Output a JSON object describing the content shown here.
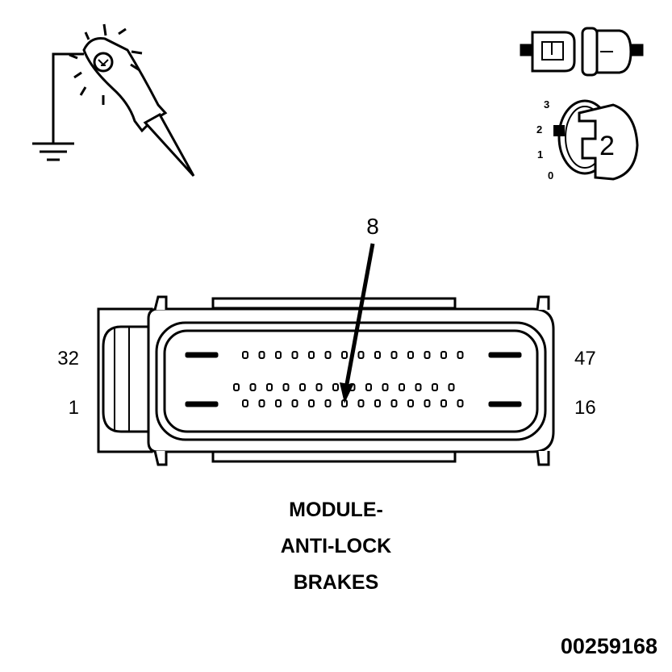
{
  "connector": {
    "pin_labels": {
      "top_left": "32",
      "bottom_left": "1",
      "top_right": "47",
      "bottom_right": "16"
    },
    "callout_pin": "8"
  },
  "ignition_key": {
    "positions": [
      "3",
      "2",
      "1",
      "0"
    ],
    "selected": "2"
  },
  "title_lines": [
    "MODULE-",
    "ANTI-LOCK",
    "BRAKES"
  ],
  "figure_id": "00259168"
}
